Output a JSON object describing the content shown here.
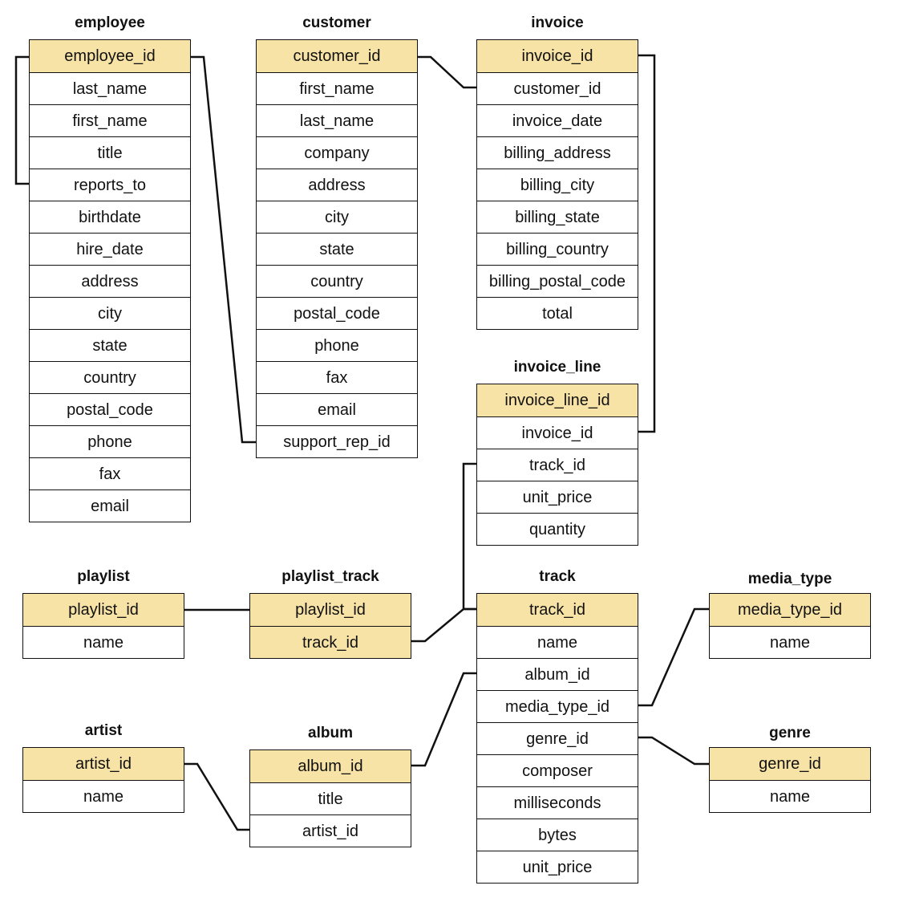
{
  "colors": {
    "key_fill": "#f8e3a6",
    "line": "#111111",
    "background": "#ffffff"
  },
  "tables": [
    {
      "id": "employee",
      "title": "employee",
      "key_rows": 1,
      "fields": [
        "employee_id",
        "last_name",
        "first_name",
        "title",
        "reports_to",
        "birthdate",
        "hire_date",
        "address",
        "city",
        "state",
        "country",
        "postal_code",
        "phone",
        "fax",
        "email"
      ]
    },
    {
      "id": "customer",
      "title": "customer",
      "key_rows": 1,
      "fields": [
        "customer_id",
        "first_name",
        "last_name",
        "company",
        "address",
        "city",
        "state",
        "country",
        "postal_code",
        "phone",
        "fax",
        "email",
        "support_rep_id"
      ]
    },
    {
      "id": "invoice",
      "title": "invoice",
      "key_rows": 1,
      "fields": [
        "invoice_id",
        "customer_id",
        "invoice_date",
        "billing_address",
        "billing_city",
        "billing_state",
        "billing_country",
        "billing_postal_code",
        "total"
      ]
    },
    {
      "id": "invoice_line",
      "title": "invoice_line",
      "key_rows": 1,
      "fields": [
        "invoice_line_id",
        "invoice_id",
        "track_id",
        "unit_price",
        "quantity"
      ]
    },
    {
      "id": "playlist",
      "title": "playlist",
      "key_rows": 1,
      "fields": [
        "playlist_id",
        "name"
      ]
    },
    {
      "id": "playlist_track",
      "title": "playlist_track",
      "key_rows": 2,
      "fields": [
        "playlist_id",
        "track_id"
      ]
    },
    {
      "id": "track",
      "title": "track",
      "key_rows": 1,
      "fields": [
        "track_id",
        "name",
        "album_id",
        "media_type_id",
        "genre_id",
        "composer",
        "milliseconds",
        "bytes",
        "unit_price"
      ]
    },
    {
      "id": "media_type",
      "title": "media_type",
      "key_rows": 1,
      "fields": [
        "media_type_id",
        "name"
      ]
    },
    {
      "id": "artist",
      "title": "artist",
      "key_rows": 1,
      "fields": [
        "artist_id",
        "name"
      ]
    },
    {
      "id": "album",
      "title": "album",
      "key_rows": 1,
      "fields": [
        "album_id",
        "title",
        "artist_id"
      ]
    },
    {
      "id": "genre",
      "title": "genre",
      "key_rows": 1,
      "fields": [
        "genre_id",
        "name"
      ]
    }
  ],
  "relationships": [
    {
      "from": "employee.reports_to",
      "to": "employee.employee_id"
    },
    {
      "from": "customer.support_rep_id",
      "to": "employee.employee_id"
    },
    {
      "from": "invoice.customer_id",
      "to": "customer.customer_id"
    },
    {
      "from": "invoice_line.invoice_id",
      "to": "invoice.invoice_id"
    },
    {
      "from": "invoice_line.track_id",
      "to": "track.track_id"
    },
    {
      "from": "playlist_track.playlist_id",
      "to": "playlist.playlist_id"
    },
    {
      "from": "playlist_track.track_id",
      "to": "track.track_id"
    },
    {
      "from": "track.album_id",
      "to": "album.album_id"
    },
    {
      "from": "track.media_type_id",
      "to": "media_type.media_type_id"
    },
    {
      "from": "track.genre_id",
      "to": "genre.genre_id"
    },
    {
      "from": "album.artist_id",
      "to": "artist.artist_id"
    }
  ]
}
